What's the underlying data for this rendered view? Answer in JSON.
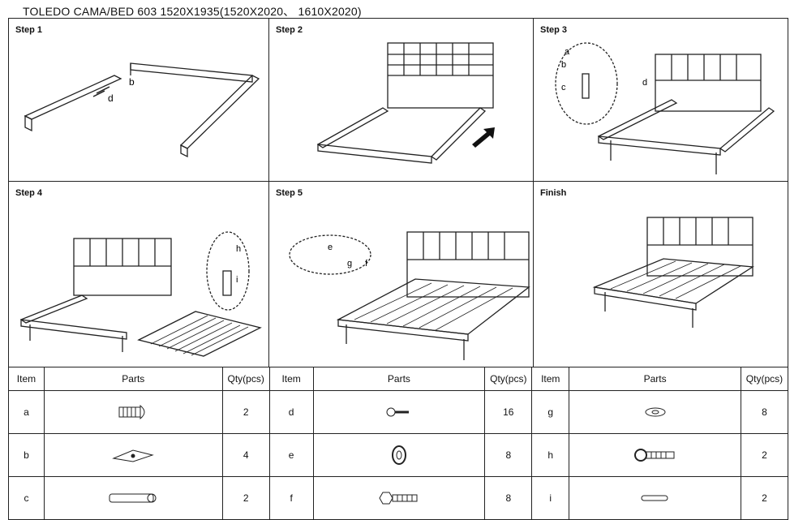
{
  "title": "TOLEDO  CAMA/BED  603  1520X1935(1520X2020、 1610X2020)",
  "steps": [
    {
      "label": "Step 1",
      "callouts": [
        "b",
        "d"
      ]
    },
    {
      "label": "Step 2",
      "callouts": []
    },
    {
      "label": "Step 3",
      "callouts": [
        "a",
        "b",
        "c",
        "d"
      ]
    },
    {
      "label": "Step 4",
      "callouts": [
        "h",
        "i"
      ]
    },
    {
      "label": "Step 5",
      "callouts": [
        "e",
        "g",
        "f"
      ]
    },
    {
      "label": "Finish",
      "callouts": []
    }
  ],
  "table": {
    "headers": {
      "item": "Item",
      "parts": "Parts",
      "qty": "Qty(pcs)"
    },
    "rows": [
      [
        {
          "item": "a",
          "icon": "bolt-icon",
          "qty": "2"
        },
        {
          "item": "d",
          "icon": "screw-icon",
          "qty": "16"
        },
        {
          "item": "g",
          "icon": "washer-icon",
          "qty": "8"
        }
      ],
      [
        {
          "item": "b",
          "icon": "bracket-icon",
          "qty": "4"
        },
        {
          "item": "e",
          "icon": "nut-icon",
          "qty": "8"
        },
        {
          "item": "h",
          "icon": "long-bolt-icon",
          "qty": "2"
        }
      ],
      [
        {
          "item": "c",
          "icon": "leg-icon",
          "qty": "2"
        },
        {
          "item": "f",
          "icon": "hex-bolt-icon",
          "qty": "8"
        },
        {
          "item": "i",
          "icon": "dowel-icon",
          "qty": "2"
        }
      ]
    ]
  }
}
